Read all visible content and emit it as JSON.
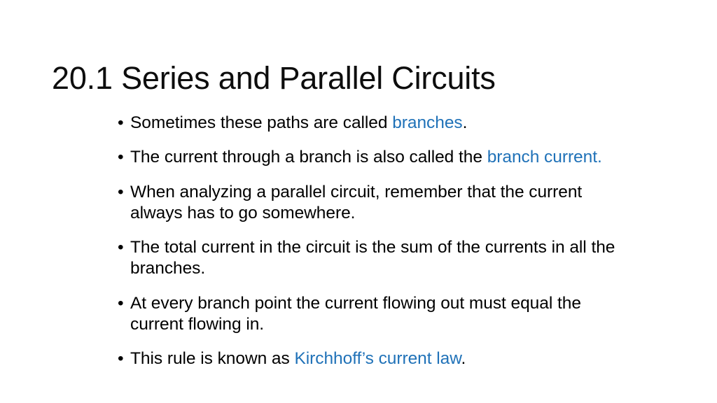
{
  "slide": {
    "title": "20.1 Series and Parallel Circuits",
    "bullet_marker": "•",
    "accent_color": "#2072b8",
    "text_color": "#000000",
    "title_color": "#0d0d0d",
    "background_color": "#ffffff",
    "bullets": [
      {
        "full_text": "Sometimes these paths are called branches.",
        "parts": [
          {
            "text": "Sometimes these paths are called ",
            "highlight": false
          },
          {
            "text": "branches",
            "highlight": true
          },
          {
            "text": ".",
            "highlight": false
          }
        ]
      },
      {
        "full_text": "The current through a branch is also called the branch current.",
        "parts": [
          {
            "text": "The current through a branch is also called the ",
            "highlight": false
          },
          {
            "text": "branch current.",
            "highlight": true
          }
        ]
      },
      {
        "full_text": "When analyzing a parallel circuit, remember that the current always has to go somewhere.",
        "parts": [
          {
            "text": "When analyzing a parallel circuit, remember that the current always has to go somewhere.",
            "highlight": false
          }
        ]
      },
      {
        "full_text": "The total current in the circuit is the sum of the currents in all the branches.",
        "parts": [
          {
            "text": "The total current in the circuit is the sum of the currents in all the branches.",
            "highlight": false
          }
        ]
      },
      {
        "full_text": "At every branch point the current flowing out must equal the current flowing in.",
        "parts": [
          {
            "text": "At every branch point the current flowing out must equal the current flowing in.",
            "highlight": false
          }
        ]
      },
      {
        "full_text": "This rule is known as Kirchhoff’s current law.",
        "parts": [
          {
            "text": "This rule is known as ",
            "highlight": false
          },
          {
            "text": "Kirchhoff’s current law",
            "highlight": true
          },
          {
            "text": ".",
            "highlight": false
          }
        ]
      }
    ]
  }
}
